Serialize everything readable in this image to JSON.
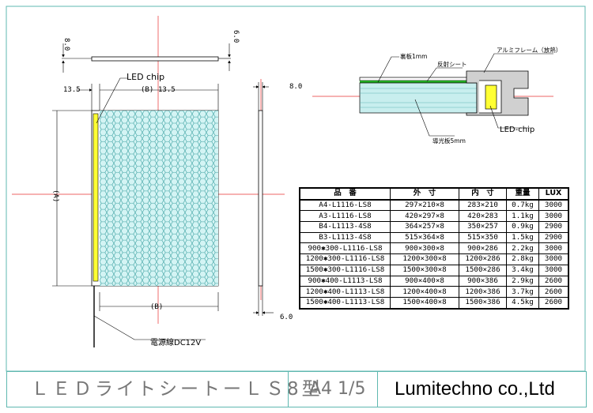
{
  "drawing": {
    "dims": {
      "top_thickness_left": "8.0",
      "top_thickness_right": "6.0",
      "margin_left": "13.5",
      "width_label": "(B)",
      "margin_right": "13.5",
      "side_thickness": "8.0",
      "bottom_thickness": "6.0",
      "height_label": "(A)",
      "bottom_width_label": "(B)"
    },
    "labels": {
      "led_chip": "LED chip",
      "power_wire": "電源線DC12V"
    }
  },
  "section": {
    "label_top_plate": "裏板1mm",
    "label_reflect": "反射シート",
    "label_frame": "アルミフレーム（放熱）",
    "label_light_plate": "導光板5mm",
    "label_led_chip": "LED-chip"
  },
  "table": {
    "headers": [
      "品　番",
      "外　寸",
      "内　寸",
      "重量",
      "LUX"
    ],
    "rows": [
      [
        "A4-L1116-LS8",
        "297×210×8",
        "283×210",
        "0.7kg",
        "3000"
      ],
      [
        "A3-L1116-LS8",
        "420×297×8",
        "420×283",
        "1.1kg",
        "3000"
      ],
      [
        "B4-L1113-4S8",
        "364×257×8",
        "350×257",
        "0.9kg",
        "2900"
      ],
      [
        "B3-L1113-4S8",
        "515×364×8",
        "515×350",
        "1.5kg",
        "2900"
      ],
      [
        "900✱300-L1116-LS8",
        "900×300×8",
        "900×286",
        "2.2kg",
        "3000"
      ],
      [
        "1200✱300-L1116-LS8",
        "1200×300×8",
        "1200×286",
        "2.8kg",
        "3000"
      ],
      [
        "1500✱300-L1116-LS8",
        "1500×300×8",
        "1500×286",
        "3.4kg",
        "3000"
      ],
      [
        "900✱400-L1113-LS8",
        "900×400×8",
        "900×386",
        "2.9kg",
        "2600"
      ],
      [
        "1200✱400-L1113-LS8",
        "1200×400×8",
        "1200×386",
        "3.7kg",
        "2600"
      ],
      [
        "1500✱400-L1113-LS8",
        "1500×400×8",
        "1500×386",
        "4.5kg",
        "2600"
      ]
    ]
  },
  "footer": {
    "title": "ＬＥＤライトシートーＬＳ8型",
    "sheet": "A4 1/5",
    "company": "Lumitechno co.,Ltd"
  },
  "colors": {
    "panel_fill": "#d4f4f4",
    "hex_stroke": "#3aa0a0",
    "led_fill": "#ffff33",
    "centerline": "#e83030",
    "frame_fill": "#d0d0d0",
    "light_guide": "#c8eeee",
    "reflect_sheet": "#22aa22",
    "footer_border": "#5fb8b0"
  }
}
